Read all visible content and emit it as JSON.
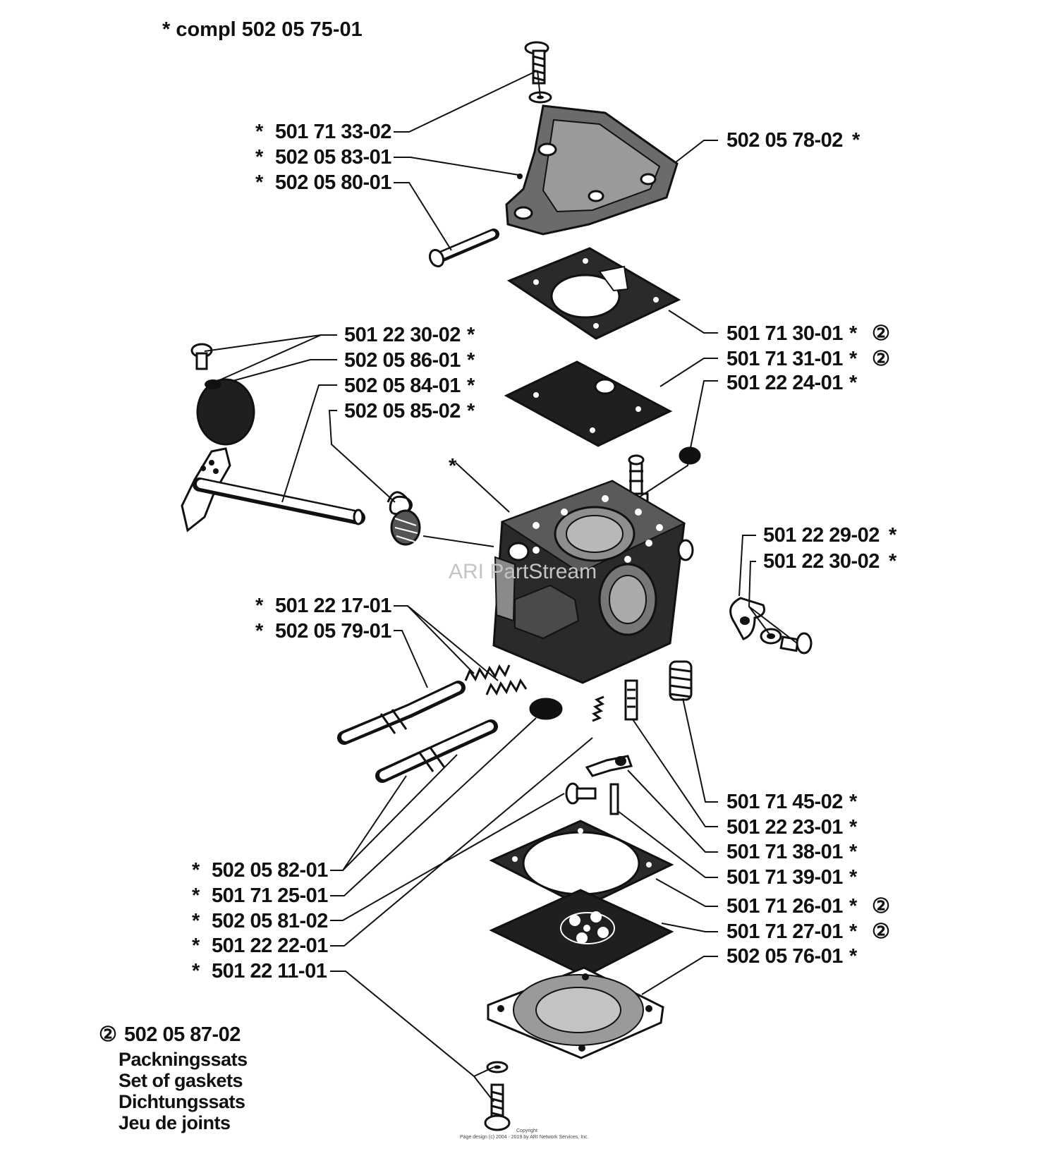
{
  "header": {
    "text": "*  compl 502 05 75-01"
  },
  "callouts": [
    {
      "id": "cover-screw",
      "number": "501 71 33-02",
      "side": "left"
    },
    {
      "id": "cover-dot",
      "number": "502 05 83-01",
      "side": "left"
    },
    {
      "id": "cover-long-screw",
      "number": "502 05 80-01",
      "side": "left"
    },
    {
      "id": "pump-cover",
      "number": "502 05 78-02",
      "side": "right"
    },
    {
      "id": "pump-gasket",
      "number": "501 71 30-01",
      "side": "right",
      "gasket_kit": true
    },
    {
      "id": "pump-diaphragm",
      "number": "501 71 31-01",
      "side": "right",
      "gasket_kit": true
    },
    {
      "id": "inlet-screen",
      "number": "501 22 24-01",
      "side": "right"
    },
    {
      "id": "choke-screw",
      "number": "501 22 30-02",
      "side": "left"
    },
    {
      "id": "choke-plate",
      "number": "502 05 86-01",
      "side": "left"
    },
    {
      "id": "choke-shaft",
      "number": "502 05 84-01",
      "side": "left"
    },
    {
      "id": "choke-spring",
      "number": "502 05 85-02",
      "side": "left"
    },
    {
      "id": "carb-body",
      "number": "",
      "side": "left"
    },
    {
      "id": "detent-clip",
      "number": "501 22 29-02",
      "side": "right"
    },
    {
      "id": "detent-screw",
      "number": "501 22 30-02",
      "side": "right"
    },
    {
      "id": "needle-spring",
      "number": "501 22 17-01",
      "side": "left"
    },
    {
      "id": "needle-high",
      "number": "502 05 79-01",
      "side": "left"
    },
    {
      "id": "needle-low",
      "number": "502 05 82-01",
      "side": "left"
    },
    {
      "id": "welch-plug",
      "number": "501 71 25-01",
      "side": "left"
    },
    {
      "id": "lever-screw",
      "number": "502 05 81-02",
      "side": "left"
    },
    {
      "id": "small-spring",
      "number": "501 22 22-01",
      "side": "left"
    },
    {
      "id": "cover-bolt",
      "number": "501 22 11-01",
      "side": "left"
    },
    {
      "id": "idle-spring",
      "number": "501 71 45-02",
      "side": "right"
    },
    {
      "id": "inlet-needle",
      "number": "501 22 23-01",
      "side": "right"
    },
    {
      "id": "control-lever",
      "number": "501 71 38-01",
      "side": "right"
    },
    {
      "id": "lever-pin",
      "number": "501 71 39-01",
      "side": "right"
    },
    {
      "id": "metering-gasket",
      "number": "501 71 26-01",
      "side": "right",
      "gasket_kit": true
    },
    {
      "id": "metering-diaphragm",
      "number": "501 71 27-01",
      "side": "right",
      "gasket_kit": true
    },
    {
      "id": "metering-cover",
      "number": "502 05 76-01",
      "side": "right"
    }
  ],
  "marker_symbol": "*",
  "kit_symbol": "②",
  "gasket_kit": {
    "number": "502 05 87-02",
    "names": [
      "Packningssats",
      "Set of gaskets",
      "Dichtungssats",
      "Jeu de joints"
    ]
  },
  "watermark": "ARI PartStream",
  "copyright": {
    "line1": "Copyright",
    "line2": "Page design (c) 2004 - 2019 by ARI Network Services, Inc."
  },
  "colors": {
    "ink": "#111111",
    "paper": "#ffffff",
    "watermark": "#c4c4c4"
  }
}
